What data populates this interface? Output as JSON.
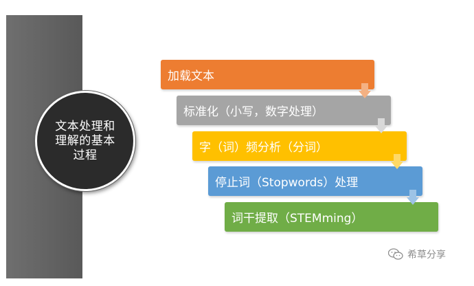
{
  "center": {
    "lines": [
      "文本处理和",
      "理解的基本",
      "过程"
    ]
  },
  "steps": [
    {
      "label": "加载文本",
      "color": "#ed7d31"
    },
    {
      "label": "标准化（小写，数字处理）",
      "color": "#a5a5a5"
    },
    {
      "label": "字（词）频分析（分词）",
      "color": "#ffc000"
    },
    {
      "label": "停止词（Stopwords）处理",
      "color": "#5b9bd5"
    },
    {
      "label": "词干提取（STEMming）",
      "color": "#70ad47"
    }
  ],
  "arrow_colors": [
    "#f4b183",
    "#d9d9d9",
    "#ffd966",
    "#9dc3e6"
  ],
  "watermark": {
    "text": "希草分享",
    "icon": "wechat-icon"
  }
}
